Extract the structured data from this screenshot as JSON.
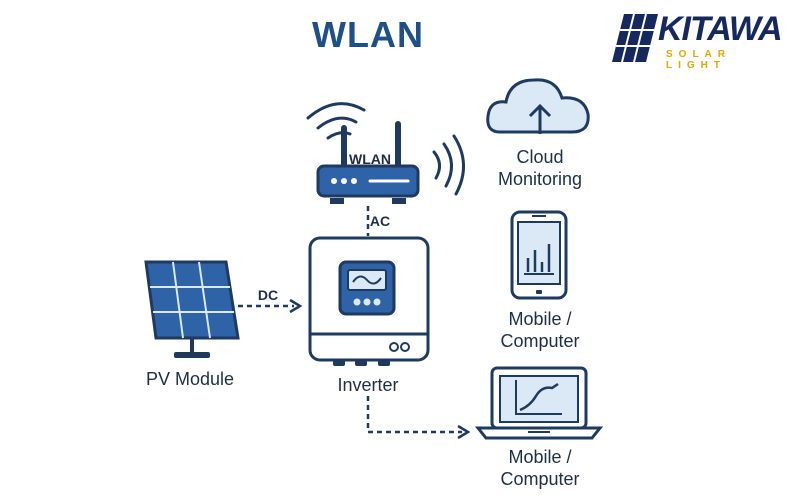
{
  "title": "WLAN",
  "logo": {
    "brand": "KITAWA",
    "tagline": "SOLAR LIGHT"
  },
  "router": {
    "label": "WLAN"
  },
  "links": {
    "router_inverter": "AC",
    "pv_inverter": "DC"
  },
  "nodes": {
    "cloud": {
      "line1": "Cloud",
      "line2": "Monitoring",
      "icon": "cloud-upload-icon"
    },
    "mobile": {
      "line1": "Mobile /",
      "line2": "Computer",
      "icon": "smartphone-icon"
    },
    "inverter": {
      "label": "Inverter",
      "icon": "inverter-icon"
    },
    "pv": {
      "label": "PV Module",
      "icon": "solar-panel-icon"
    },
    "laptop": {
      "line1": "Mobile /",
      "line2": "Computer",
      "icon": "laptop-icon"
    }
  },
  "colors": {
    "outline": "#1f3a5f",
    "blue": "#2f63a8",
    "lightblue": "#dbe9f7",
    "title": "#1f4f87"
  }
}
